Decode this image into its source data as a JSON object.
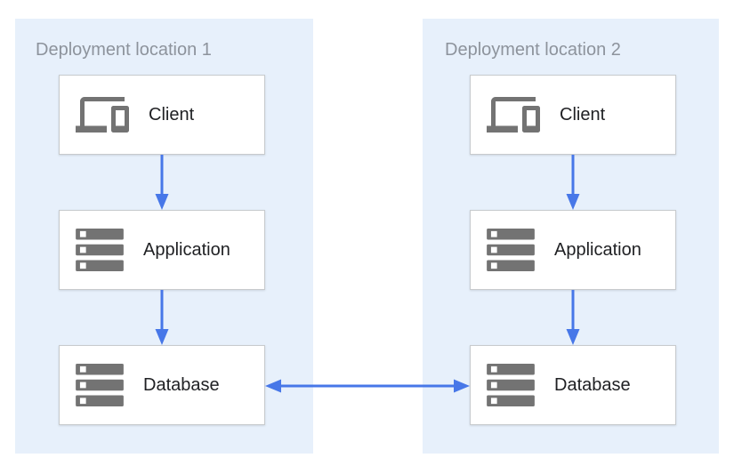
{
  "diagram": {
    "panels": [
      {
        "title": "Deployment location 1",
        "nodes": [
          {
            "label": "Client",
            "icon": "devices-icon"
          },
          {
            "label": "Application",
            "icon": "server-stack-icon"
          },
          {
            "label": "Database",
            "icon": "server-stack-icon"
          }
        ]
      },
      {
        "title": "Deployment location 2",
        "nodes": [
          {
            "label": "Client",
            "icon": "devices-icon"
          },
          {
            "label": "Application",
            "icon": "server-stack-icon"
          },
          {
            "label": "Database",
            "icon": "server-stack-icon"
          }
        ]
      }
    ],
    "connections": [
      {
        "from": "location-1-client",
        "to": "location-1-application",
        "type": "arrow-down"
      },
      {
        "from": "location-1-application",
        "to": "location-1-database",
        "type": "arrow-down"
      },
      {
        "from": "location-2-client",
        "to": "location-2-application",
        "type": "arrow-down"
      },
      {
        "from": "location-2-application",
        "to": "location-2-database",
        "type": "arrow-down"
      },
      {
        "from": "location-1-database",
        "to": "location-2-database",
        "type": "arrow-bidirectional"
      }
    ],
    "colors": {
      "panel_background": "#e7f0fb",
      "node_background": "#ffffff",
      "node_border": "#c7cacd",
      "arrow": "#4777e8",
      "panel_title_text": "#8d939c",
      "node_label_text": "#202124",
      "icon": "#737373"
    }
  }
}
